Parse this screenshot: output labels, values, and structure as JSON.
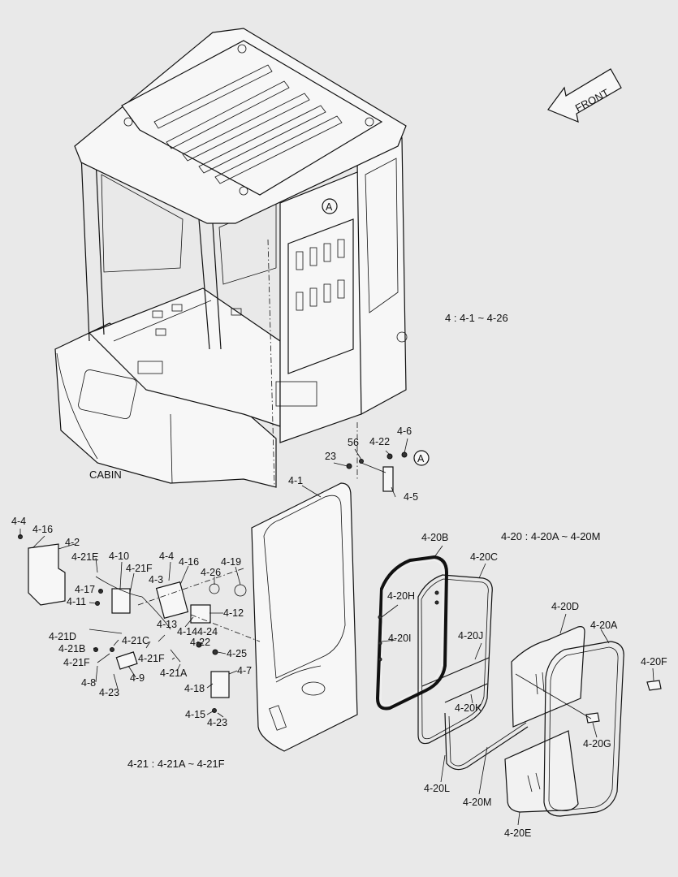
{
  "figure": {
    "cabin_title": "CABIN",
    "range_note_4": "4 : 4-1 ~ 4-26",
    "range_note_4_20": "4-20 : 4-20A ~ 4-20M",
    "range_note_4_21": "4-21 : 4-21A ~ 4-21F",
    "front_arrow_text": "FRONT",
    "detail_marker": "A",
    "detail_marker_2": "A"
  },
  "callouts": [
    "4-1",
    "4-2",
    "4-3",
    "4-4",
    "4-4",
    "4-5",
    "4-6",
    "4-7",
    "4-8",
    "4-9",
    "4-10",
    "4-11",
    "4-12",
    "4-13",
    "4-14",
    "4-15",
    "4-16",
    "4-16",
    "4-17",
    "4-18",
    "4-19",
    "4-21E",
    "4-21F",
    "4-21D",
    "4-21B",
    "4-21F",
    "4-21C",
    "4-21F",
    "4-21A",
    "4-22",
    "4-22",
    "4-23",
    "4-23",
    "4-24",
    "4-25",
    "4-26",
    "23",
    "56",
    "4-20B",
    "4-20C",
    "4-20H",
    "4-20I",
    "4-20J",
    "4-20K",
    "4-20D",
    "4-20A",
    "4-20F",
    "4-20G",
    "4-20L",
    "4-20M",
    "4-20E"
  ]
}
